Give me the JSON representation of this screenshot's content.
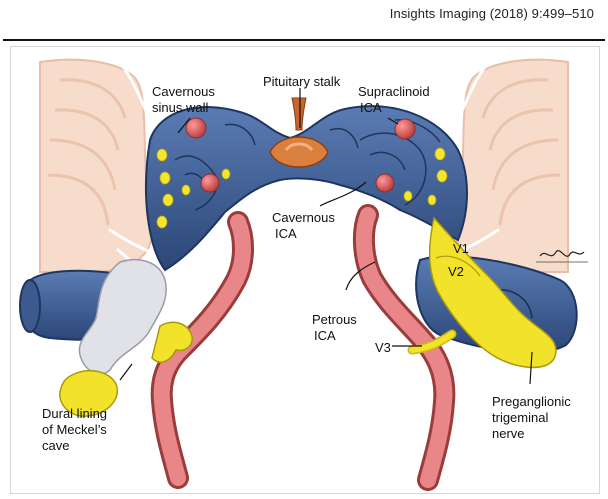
{
  "header": {
    "citation": "Insights Imaging (2018) 9:499–510"
  },
  "figure": {
    "labels": {
      "cavernous_wall_1": "Cavernous",
      "cavernous_wall_2": "sinus wall",
      "pituitary": "Pituitary stalk",
      "supraclinoid_1": "Supraclinoid",
      "supraclinoid_2": "ICA",
      "cavernous_ica_1": "Cavernous",
      "cavernous_ica_2": "ICA",
      "v1": "V1",
      "v2": "V2",
      "petrous_1": "Petrous",
      "petrous_2": "ICA",
      "v3": "V3",
      "dural_1": "Dural lining",
      "dural_2": "of Meckel’s",
      "dural_3": "cave",
      "pregang_1": "Preganglionic",
      "pregang_2": "trigeminal",
      "pregang_3": "nerve"
    },
    "signature": "Elly Hale"
  },
  "colors": {
    "sinus_blue": "#3f5f93",
    "sinus_dark": "#243c68",
    "artery": "#e07a7a",
    "nerve": "#f2e12a",
    "bone": "#f7ded0",
    "dura": "#dcdce4",
    "stalk": "#d77a3b"
  }
}
